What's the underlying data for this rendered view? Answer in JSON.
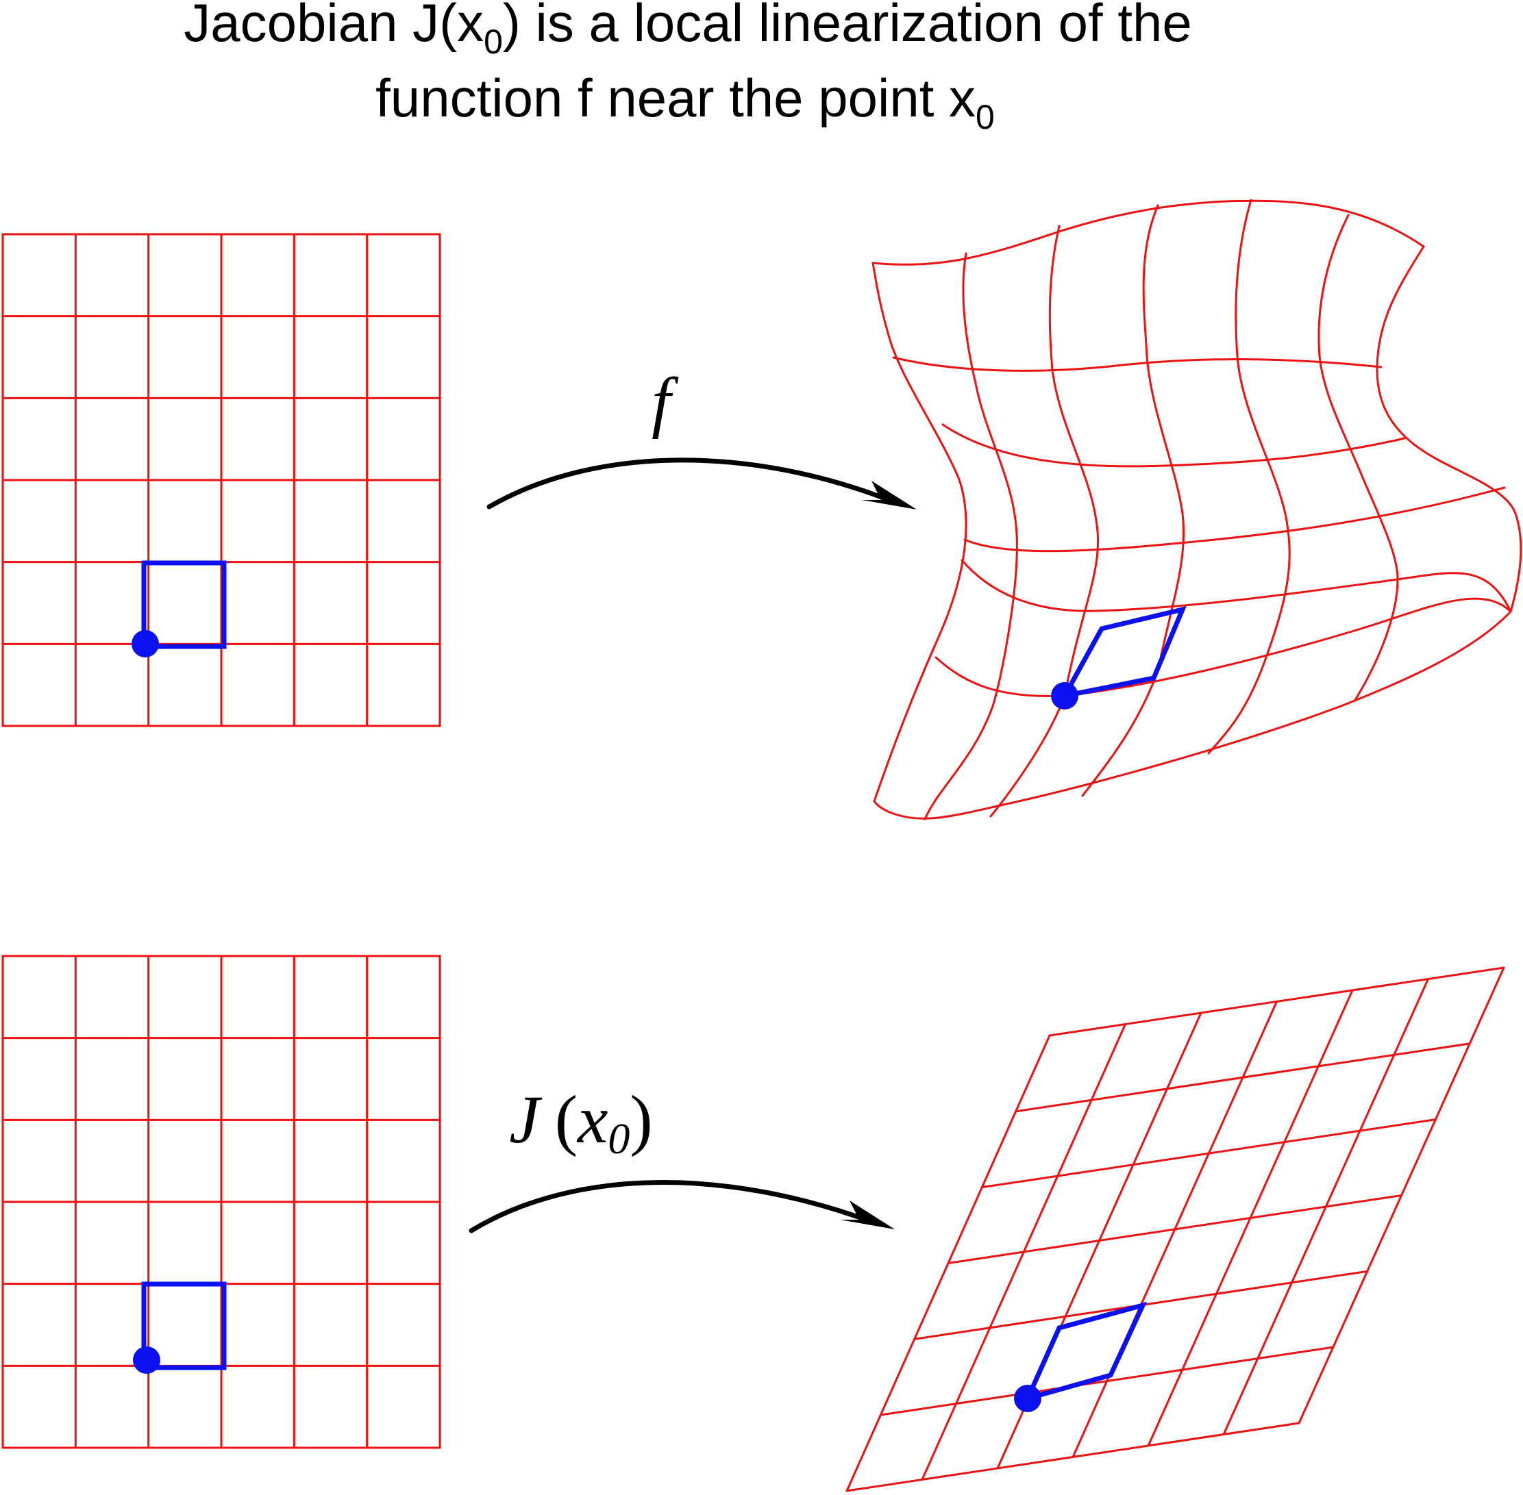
{
  "title": {
    "line1_prefix": "Jacobian J(x",
    "line1_sub": "0",
    "line1_suffix": ") is a local linearization of the",
    "line2_prefix": "function f near the point x",
    "line2_sub": "0"
  },
  "mappings": [
    {
      "id": "nonlinear",
      "label_main": "f",
      "label_sub": "",
      "label_paren_open": "",
      "label_paren_close": ""
    },
    {
      "id": "linear",
      "label_main": "J",
      "label_paren_open": "(",
      "label_var": "x",
      "label_sub": "0",
      "label_paren_close": ")"
    }
  ],
  "colors": {
    "grid": "#ee1111",
    "highlight": "#0a10ee",
    "arrow": "#000000",
    "text": "#000000",
    "background": "#ffffff"
  },
  "grid": {
    "columns": 6,
    "rows": 6
  }
}
